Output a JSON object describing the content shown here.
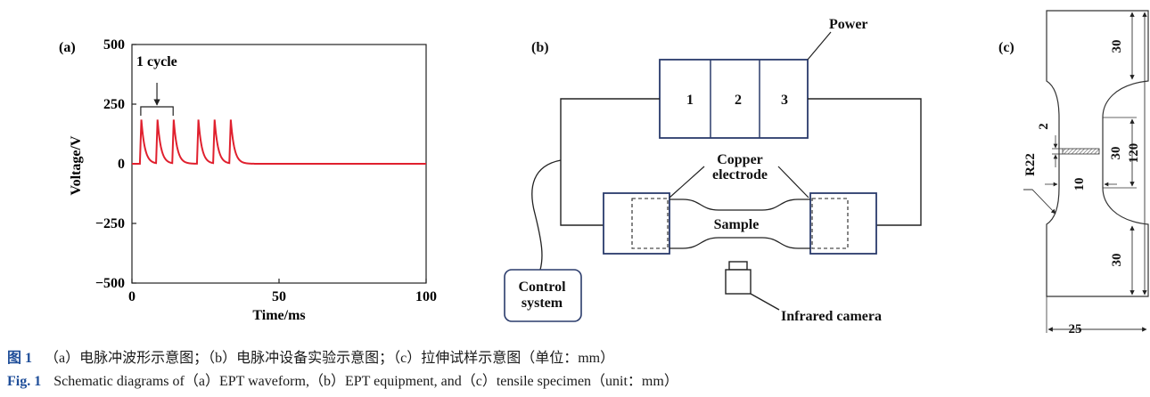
{
  "panel_a": {
    "label": "(a)",
    "ylabel": "Voltage/V",
    "xlabel": "Time/ms",
    "cycle_label": "1 cycle",
    "xticks": [
      "0",
      "50",
      "100"
    ],
    "yticks": [
      "500",
      "250",
      "0",
      "−250",
      "−500"
    ],
    "line_color": "#e0202e"
  },
  "chart_data": {
    "type": "line",
    "title": "",
    "xlabel": "Time/ms",
    "ylabel": "Voltage/V",
    "xlim": [
      0,
      100
    ],
    "ylim": [
      -500,
      500
    ],
    "grid": false,
    "pulse_peak_times_ms": [
      3.2,
      8.7,
      14.2,
      22.6,
      28.1,
      33.6
    ],
    "pulse_peak_voltage_V": 185,
    "baseline_voltage_V": 0,
    "one_cycle_ms": [
      3,
      14
    ]
  },
  "panel_b": {
    "label": "(b)",
    "power_label": "Power",
    "units": [
      "1",
      "2",
      "3"
    ],
    "electrode_label_1": "Copper",
    "electrode_label_2": "electrode",
    "sample_label": "Sample",
    "control_label_1": "Control",
    "control_label_2": "system",
    "camera_label": "Infrared camera"
  },
  "panel_c": {
    "label": "(c)",
    "dims": {
      "top_length": "30",
      "gauge_length": "30",
      "bottom_length": "30",
      "total_length": "120",
      "radius": "R22",
      "thickness": "2",
      "gauge_width": "10",
      "width": "25"
    }
  },
  "caption": {
    "cn_label": "图 1",
    "cn_text": "（a）电脉冲波形示意图；（b）电脉冲设备实验示意图；（c）拉伸试样示意图（单位：mm）",
    "en_label": "Fig. 1",
    "en_text": "Schematic diagrams of（a）EPT waveform,（b）EPT equipment, and（c）tensile specimen（unit：mm）"
  }
}
